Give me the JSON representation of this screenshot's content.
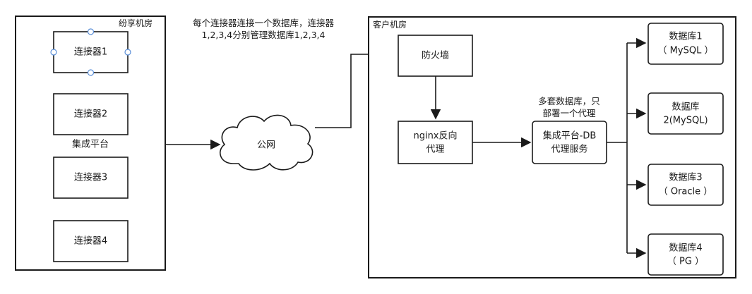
{
  "groups": {
    "left_room": "纷享机房",
    "right_room": "客户机房",
    "integration_platform": "集成平台"
  },
  "connectors": [
    "连接器1",
    "连接器2",
    "连接器3",
    "连接器4"
  ],
  "notes": {
    "connector_note_line1": "每个连接器连接一个数据库，连接器",
    "connector_note_line2": "1,2,3,4分别管理数据库1,2,3,4",
    "db_proxy_note_line1": "多套数据库，只",
    "db_proxy_note_line2": "部署一个代理"
  },
  "nodes": {
    "public_network": "公网",
    "firewall": "防火墙",
    "nginx_line1": "nginx反向",
    "nginx_line2": "代理",
    "db_proxy_line1": "集成平台-DB",
    "db_proxy_line2": "代理服务"
  },
  "databases": [
    {
      "line1": "数据库1",
      "line2": "（ MySQL ）"
    },
    {
      "line1": "数据库",
      "line2": "2(MySQL)"
    },
    {
      "line1": "数据库3",
      "line2": "（ Oracle ）"
    },
    {
      "line1": "数据库4",
      "line2": "（ PG ）"
    }
  ],
  "colors": {
    "stroke": "#1a1a1a",
    "selection_handle": "#5b8fd8",
    "background": "#ffffff"
  }
}
